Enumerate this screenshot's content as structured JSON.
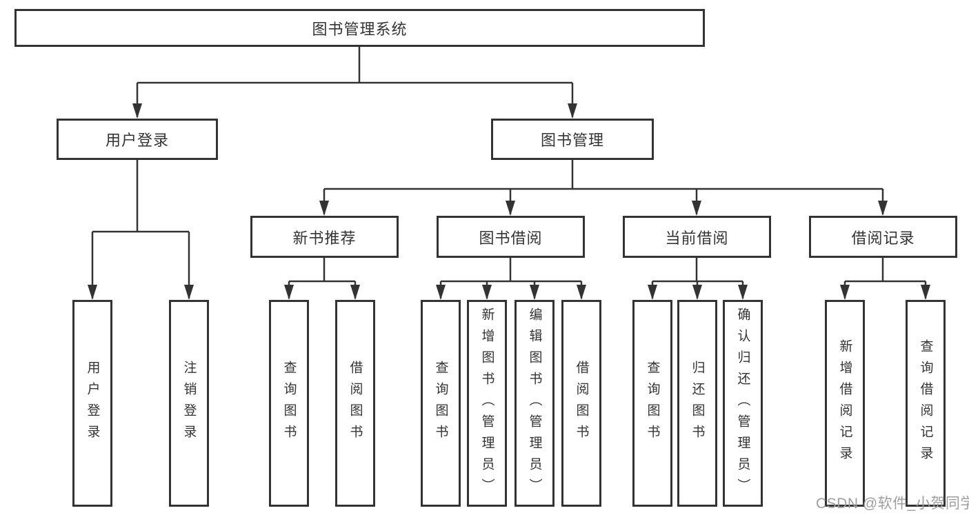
{
  "colors": {
    "line": "#333333",
    "box_border": "#333333",
    "text": "#333333",
    "background": "#ffffff",
    "watermark": "#9e9e9e"
  },
  "watermark": "CSDN @软件_小贺同学",
  "tree": {
    "label": "图书管理系统",
    "children": [
      {
        "label": "用户登录",
        "children": [
          {
            "label": "用户登录"
          },
          {
            "label": "注销登录"
          }
        ]
      },
      {
        "label": "图书管理",
        "children": [
          {
            "label": "新书推荐",
            "children": [
              {
                "label": "查询图书"
              },
              {
                "label": "借阅图书"
              }
            ]
          },
          {
            "label": "图书借阅",
            "children": [
              {
                "label": "查询图书"
              },
              {
                "label": "新增图书（管理员）"
              },
              {
                "label": "编辑图书（管理员）"
              },
              {
                "label": "借阅图书"
              }
            ]
          },
          {
            "label": "当前借阅",
            "children": [
              {
                "label": "查询图书"
              },
              {
                "label": "归还图书"
              },
              {
                "label": "确认归还（管理员）"
              }
            ]
          },
          {
            "label": "借阅记录",
            "children": [
              {
                "label": "新增借阅记录"
              },
              {
                "label": "查询借阅记录"
              }
            ]
          }
        ]
      }
    ]
  }
}
